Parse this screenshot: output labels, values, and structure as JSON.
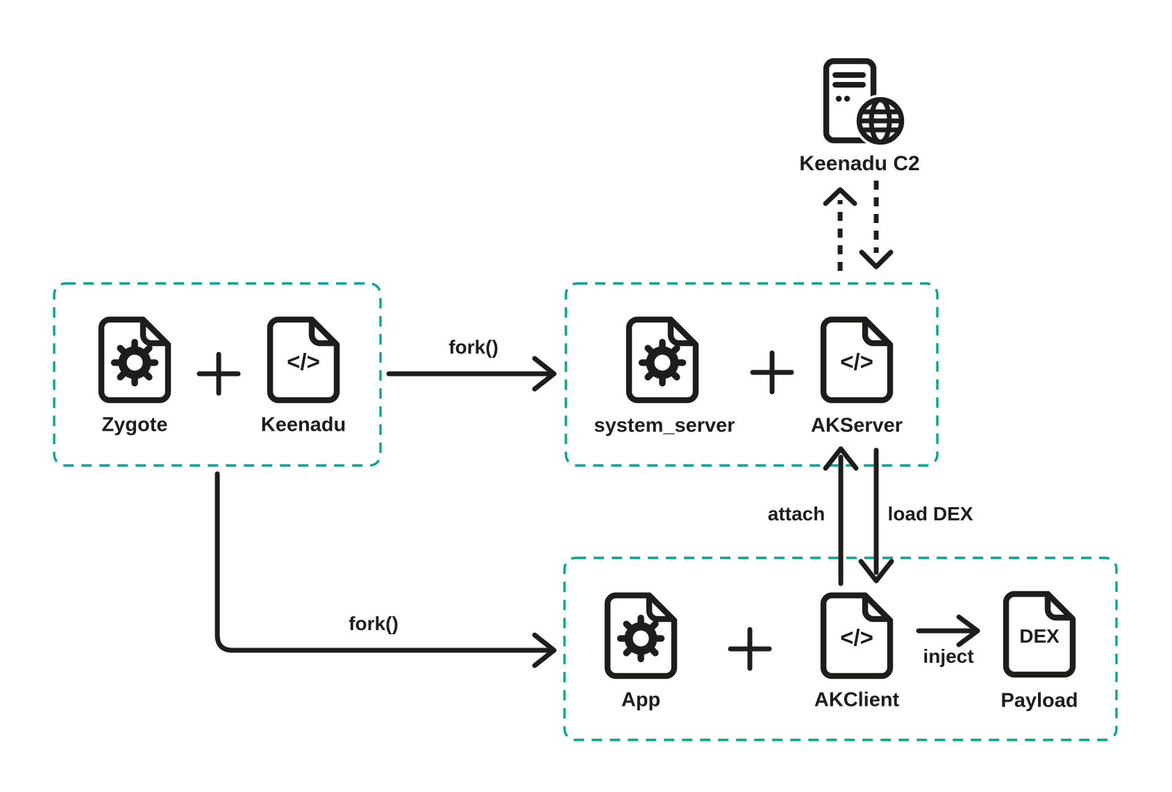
{
  "colors": {
    "ink": "#1d1d1b",
    "accent": "#00a88e",
    "background": "#ffffff"
  },
  "c2_server": {
    "label": "Keenadu C2",
    "icon": "server-globe-icon"
  },
  "groups": {
    "zygote": {
      "file1_label": "Zygote",
      "file1_icon": "gear-file-icon",
      "file2_label": "Keenadu",
      "file2_icon": "code-file-icon"
    },
    "system": {
      "file1_label": "system_server",
      "file1_icon": "gear-file-icon",
      "file2_label": "AKServer",
      "file2_icon": "code-file-icon"
    },
    "app": {
      "file1_label": "App",
      "file1_icon": "gear-file-icon",
      "file2_label": "AKClient",
      "file2_icon": "code-file-icon",
      "file3_label": "Payload",
      "file3_icon": "dex-file-icon"
    }
  },
  "edges": {
    "fork_top_label": "fork()",
    "fork_bottom_label": "fork()",
    "attach_label": "attach",
    "load_dex_label": "load DEX",
    "inject_label": "inject",
    "c2_up_arrow": "dashed-up-arrow",
    "c2_down_arrow": "dashed-down-arrow"
  },
  "glyphs": {
    "code": "</>",
    "dex": "DEX"
  }
}
